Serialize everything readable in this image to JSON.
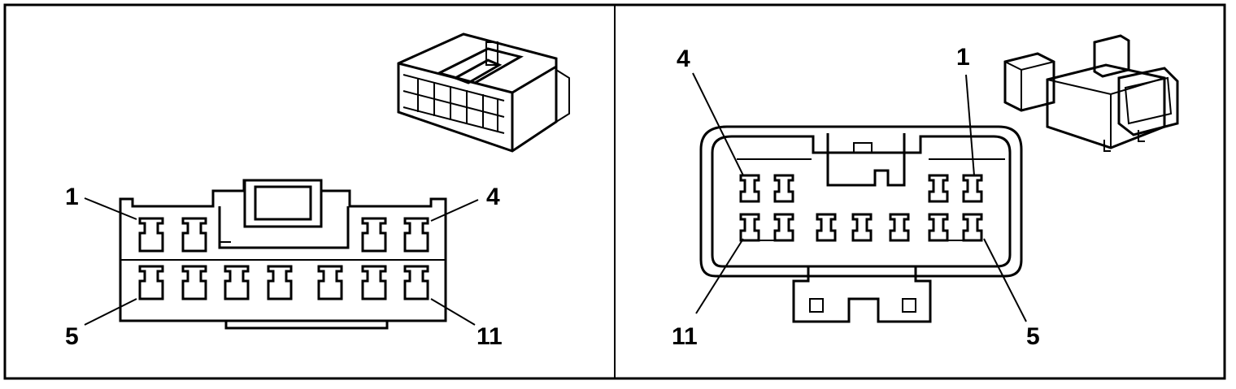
{
  "diagram": {
    "panels": [
      {
        "id": "left",
        "pin_labels": {
          "top_left": "1",
          "top_right": "4",
          "bottom_left": "5",
          "bottom_right": "11"
        }
      },
      {
        "id": "right",
        "pin_labels": {
          "top_left": "4",
          "top_right": "1",
          "bottom_left": "11",
          "bottom_right": "5"
        }
      }
    ],
    "colors": {
      "line": "#000000",
      "background": "#ffffff"
    }
  }
}
